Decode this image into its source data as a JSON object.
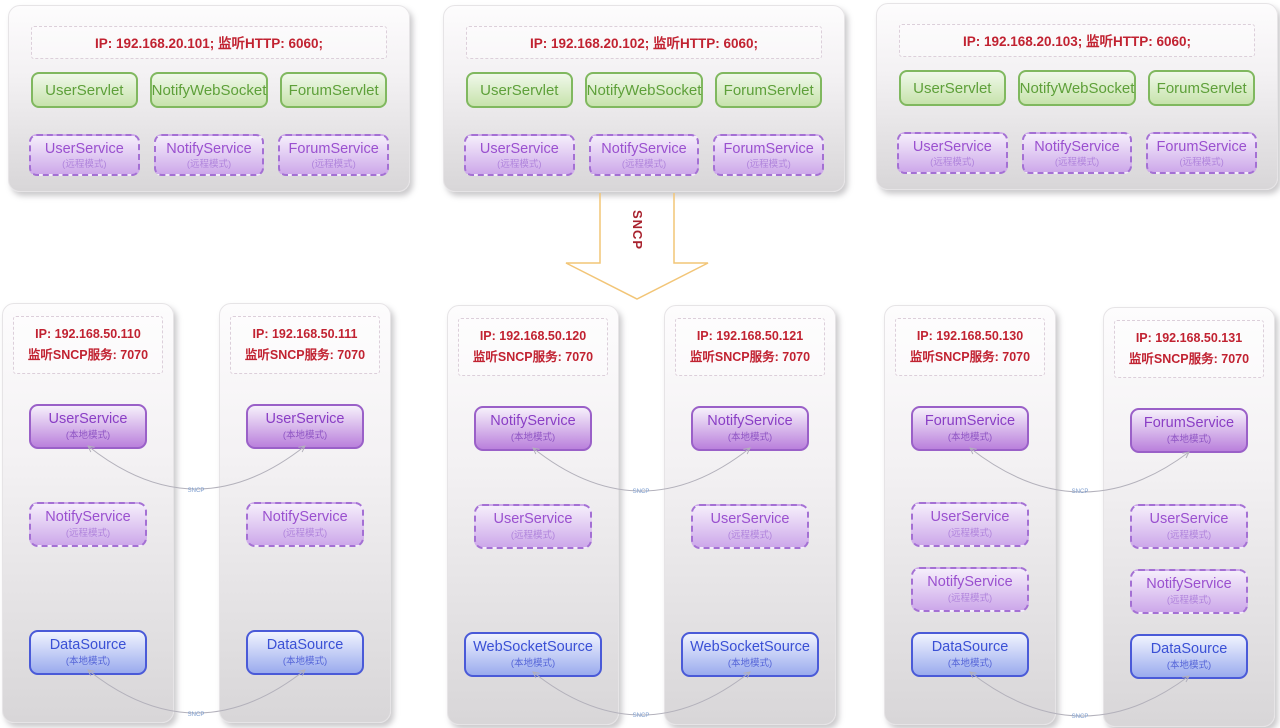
{
  "top_servers": [
    {
      "ip": "IP: 192.168.20.101;  监听HTTP: 6060;",
      "servlets": [
        "UserServlet",
        "NotifyWebSocket",
        "ForumServlet"
      ],
      "services": [
        {
          "name": "UserService",
          "mode": "(远程模式)"
        },
        {
          "name": "NotifyService",
          "mode": "(远程模式)"
        },
        {
          "name": "ForumService",
          "mode": "(远程模式)"
        }
      ]
    },
    {
      "ip": "IP: 192.168.20.102;  监听HTTP: 6060;",
      "servlets": [
        "UserServlet",
        "NotifyWebSocket",
        "ForumServlet"
      ],
      "services": [
        {
          "name": "UserService",
          "mode": "(远程模式)"
        },
        {
          "name": "NotifyService",
          "mode": "(远程模式)"
        },
        {
          "name": "ForumService",
          "mode": "(远程模式)"
        }
      ]
    },
    {
      "ip": "IP: 192.168.20.103;  监听HTTP: 6060;",
      "servlets": [
        "UserServlet",
        "NotifyWebSocket",
        "ForumServlet"
      ],
      "services": [
        {
          "name": "UserService",
          "mode": "(远程模式)"
        },
        {
          "name": "NotifyService",
          "mode": "(远程模式)"
        },
        {
          "name": "ForumService",
          "mode": "(远程模式)"
        }
      ]
    }
  ],
  "sncp_arrow": {
    "label": "SNCP"
  },
  "connector": {
    "label": "SNCP"
  },
  "nodes": [
    {
      "ip1": "IP: 192.168.50.110",
      "ip2": "监听SNCP服务: 7070",
      "services": [
        {
          "name": "UserService",
          "mode": "(本地模式)"
        },
        {
          "name": "NotifyService",
          "mode": "(远程模式)"
        },
        {
          "name": "DataSource",
          "mode": "(本地模式)"
        }
      ]
    },
    {
      "ip1": "IP: 192.168.50.111",
      "ip2": "监听SNCP服务: 7070",
      "services": [
        {
          "name": "UserService",
          "mode": "(本地模式)"
        },
        {
          "name": "NotifyService",
          "mode": "(远程模式)"
        },
        {
          "name": "DataSource",
          "mode": "(本地模式)"
        }
      ]
    },
    {
      "ip1": "IP: 192.168.50.120",
      "ip2": "监听SNCP服务: 7070",
      "services": [
        {
          "name": "NotifyService",
          "mode": "(本地模式)"
        },
        {
          "name": "UserService",
          "mode": "(远程模式)"
        },
        {
          "name": "WebSocketSource",
          "mode": "(本地模式)"
        }
      ]
    },
    {
      "ip1": "IP: 192.168.50.121",
      "ip2": "监听SNCP服务: 7070",
      "services": [
        {
          "name": "NotifyService",
          "mode": "(本地模式)"
        },
        {
          "name": "UserService",
          "mode": "(远程模式)"
        },
        {
          "name": "WebSocketSource",
          "mode": "(本地模式)"
        }
      ]
    },
    {
      "ip1": "IP: 192.168.50.130",
      "ip2": "监听SNCP服务: 7070",
      "services": [
        {
          "name": "ForumService",
          "mode": "(本地模式)"
        },
        {
          "name": "UserService",
          "mode": "(远程模式)"
        },
        {
          "name": "NotifyService",
          "mode": "(远程模式)"
        },
        {
          "name": "DataSource",
          "mode": "(本地模式)"
        }
      ]
    },
    {
      "ip1": "IP: 192.168.50.131",
      "ip2": "监听SNCP服务: 7070",
      "services": [
        {
          "name": "ForumService",
          "mode": "(本地模式)"
        },
        {
          "name": "UserService",
          "mode": "(远程模式)"
        },
        {
          "name": "NotifyService",
          "mode": "(远程模式)"
        },
        {
          "name": "DataSource",
          "mode": "(本地模式)"
        }
      ]
    }
  ],
  "colors": {
    "ip_text": "#c12231",
    "servlet_border": "#80b85f",
    "service_purple": "#9a60c8",
    "source_blue": "#4a5ad8",
    "big_arrow": "#f2c577",
    "connector_line": "#b3b1bb"
  }
}
